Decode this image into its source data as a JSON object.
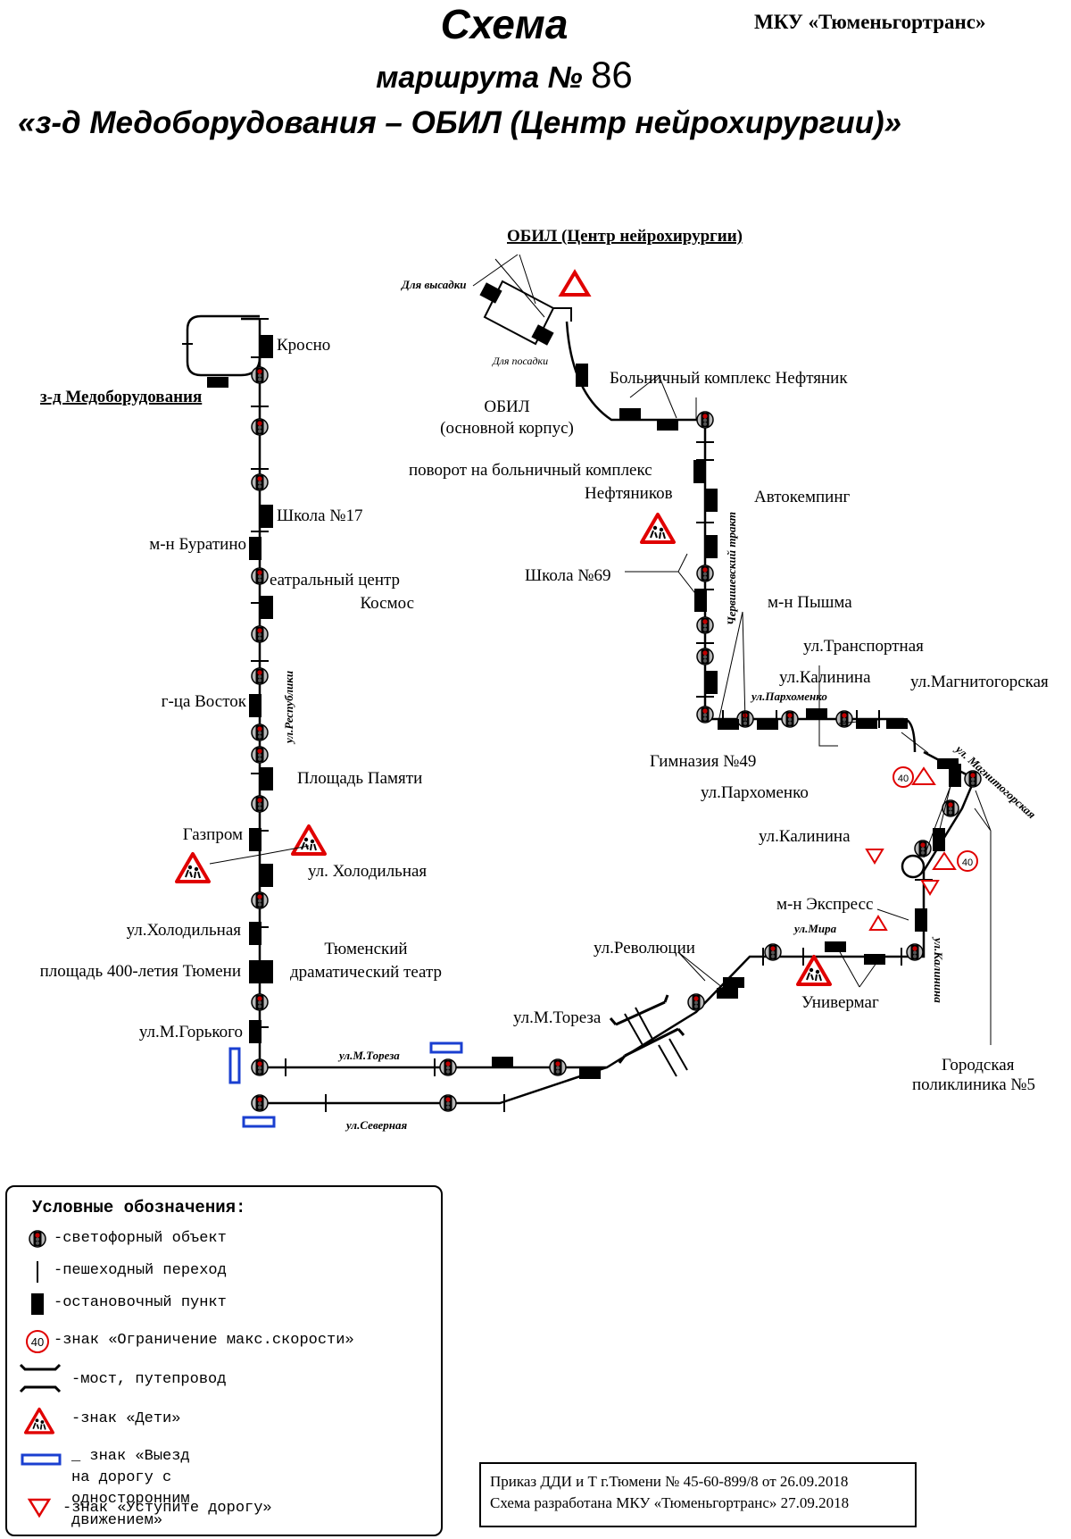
{
  "header": {
    "title": "Схема",
    "organization": "МКУ «Тюменьгортранс»",
    "subtitle_prefix": "маршрута №",
    "route_number": "86",
    "route_name": "«з-д Медоборудования – ОБИЛ (Центр нейрохирургии)»"
  },
  "terminals": {
    "end_north": "ОБИЛ (Центр нейрохирургии)",
    "end_west": "з-д Медоборудования",
    "drop_off": "Для высадки",
    "pick_up": "Для посадки"
  },
  "stops": [
    "Кросно",
    "Школа №17",
    "м-н Буратино",
    "еатральный центр",
    "Космос",
    "г-ца Восток",
    "Площадь Памяти",
    "Газпром",
    "ул. Холодильная",
    "ул.Холодильная",
    "Тюменский",
    "драматический театр",
    "площадь 400-летия Тюмени",
    "ул.М.Горького",
    "ул.М.Тореза",
    "ул.Революции",
    "м-н Экспресс",
    "Универмаг",
    "Городская",
    "поликлиника №5",
    "ул.Калинина",
    "ул.Пархоменко",
    "Гимназия №49",
    "ул.Калинина",
    "ул.Транспортная",
    "ул.Магнитогорская",
    "м-н Пышма",
    "Школа №69",
    "Автокемпинг",
    "поворот на больничный комплекс",
    "Нефтяников",
    "Больничный комплекс Нефтяник",
    "ОБИЛ",
    "(основной корпус)"
  ],
  "streets": [
    "ул.Республики",
    "ул.М.Тореза",
    "ул.Северная",
    "ул.Мира",
    "ул.Калинина",
    "ул. Магнитогорская",
    "ул.Пархоменко",
    "Червишевский тракт"
  ],
  "speed_limit": "40",
  "legend": {
    "title": "Условные обозначения:",
    "items": [
      {
        "icon": "traffic-light-icon",
        "text": "-светофорный объект"
      },
      {
        "icon": "crosswalk-icon",
        "text": "-пешеходный переход"
      },
      {
        "icon": "bus-stop-icon",
        "text": "-остановочный пункт"
      },
      {
        "icon": "speed-limit-icon",
        "text": "-знак «Ограничение макс.скорости»",
        "value": "40"
      },
      {
        "icon": "bridge-icon",
        "text": "-мост, путепровод"
      },
      {
        "icon": "children-sign-icon",
        "text": "-знак «Дети»"
      },
      {
        "icon": "one-way-exit-icon",
        "text": "_ знак «Выезд на дорогу с\nодносторонним движением»"
      },
      {
        "icon": "yield-sign-icon",
        "text": "-знак «Уступите дорогу»"
      }
    ]
  },
  "footer": {
    "order_line": "Приказ ДДИ и Т г.Тюмени № 45-60-899/8 от 26.09.2018",
    "scheme_line": "Схема разработана МКУ «Тюменьгортранс» 27.09.2018"
  },
  "colors": {
    "signal_red": "#c00000",
    "sign_red": "#e00000",
    "oneway_blue": "#1a3fd0",
    "light_body": "#b8b8b8"
  }
}
